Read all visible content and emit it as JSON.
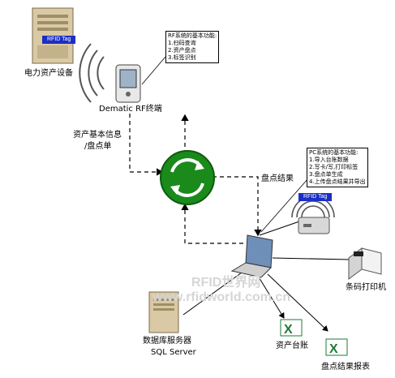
{
  "nodes": {
    "power_asset": {
      "label": "电力资产设备",
      "tag": "RFID Tag"
    },
    "rf_terminal": {
      "label": "Dematic RF终端"
    },
    "rf_functions": {
      "title": "RF系统的基本功能:",
      "items": [
        "1.扫码查询",
        "2.资产盘点",
        "3.标签识别"
      ]
    },
    "sync_icon": {
      "name": "sync-cycle-icon"
    },
    "pc_functions": {
      "title": "PC系统的基本功能:",
      "items": [
        "1.导入台账数据",
        "2.写卡/写,打印标签",
        "3.盘点单生成",
        "4.上传盘点结果并导出"
      ]
    },
    "reader": {
      "tag": "RFID Tag"
    },
    "laptop": {
      "name": "laptop-icon"
    },
    "printer": {
      "label": "条码打印机"
    },
    "db_server": {
      "label_line1": "数据库服务器",
      "label_line2": "SQL Server"
    },
    "asset_ledger": {
      "label": "资产台账"
    },
    "result_report": {
      "label": "盘点结果报表"
    }
  },
  "flows": {
    "info_label_line1": "资产基本信息",
    "info_label_line2": "/盘点单",
    "result_label": "盘点结果"
  },
  "watermark": {
    "line1": "RFID世界网",
    "line2": "www.rfidworld.com.cn"
  },
  "colors": {
    "tag_blue": "#1b2fc4",
    "sync_green": "#1a8a1a",
    "excel_green": "#1e7b34"
  }
}
